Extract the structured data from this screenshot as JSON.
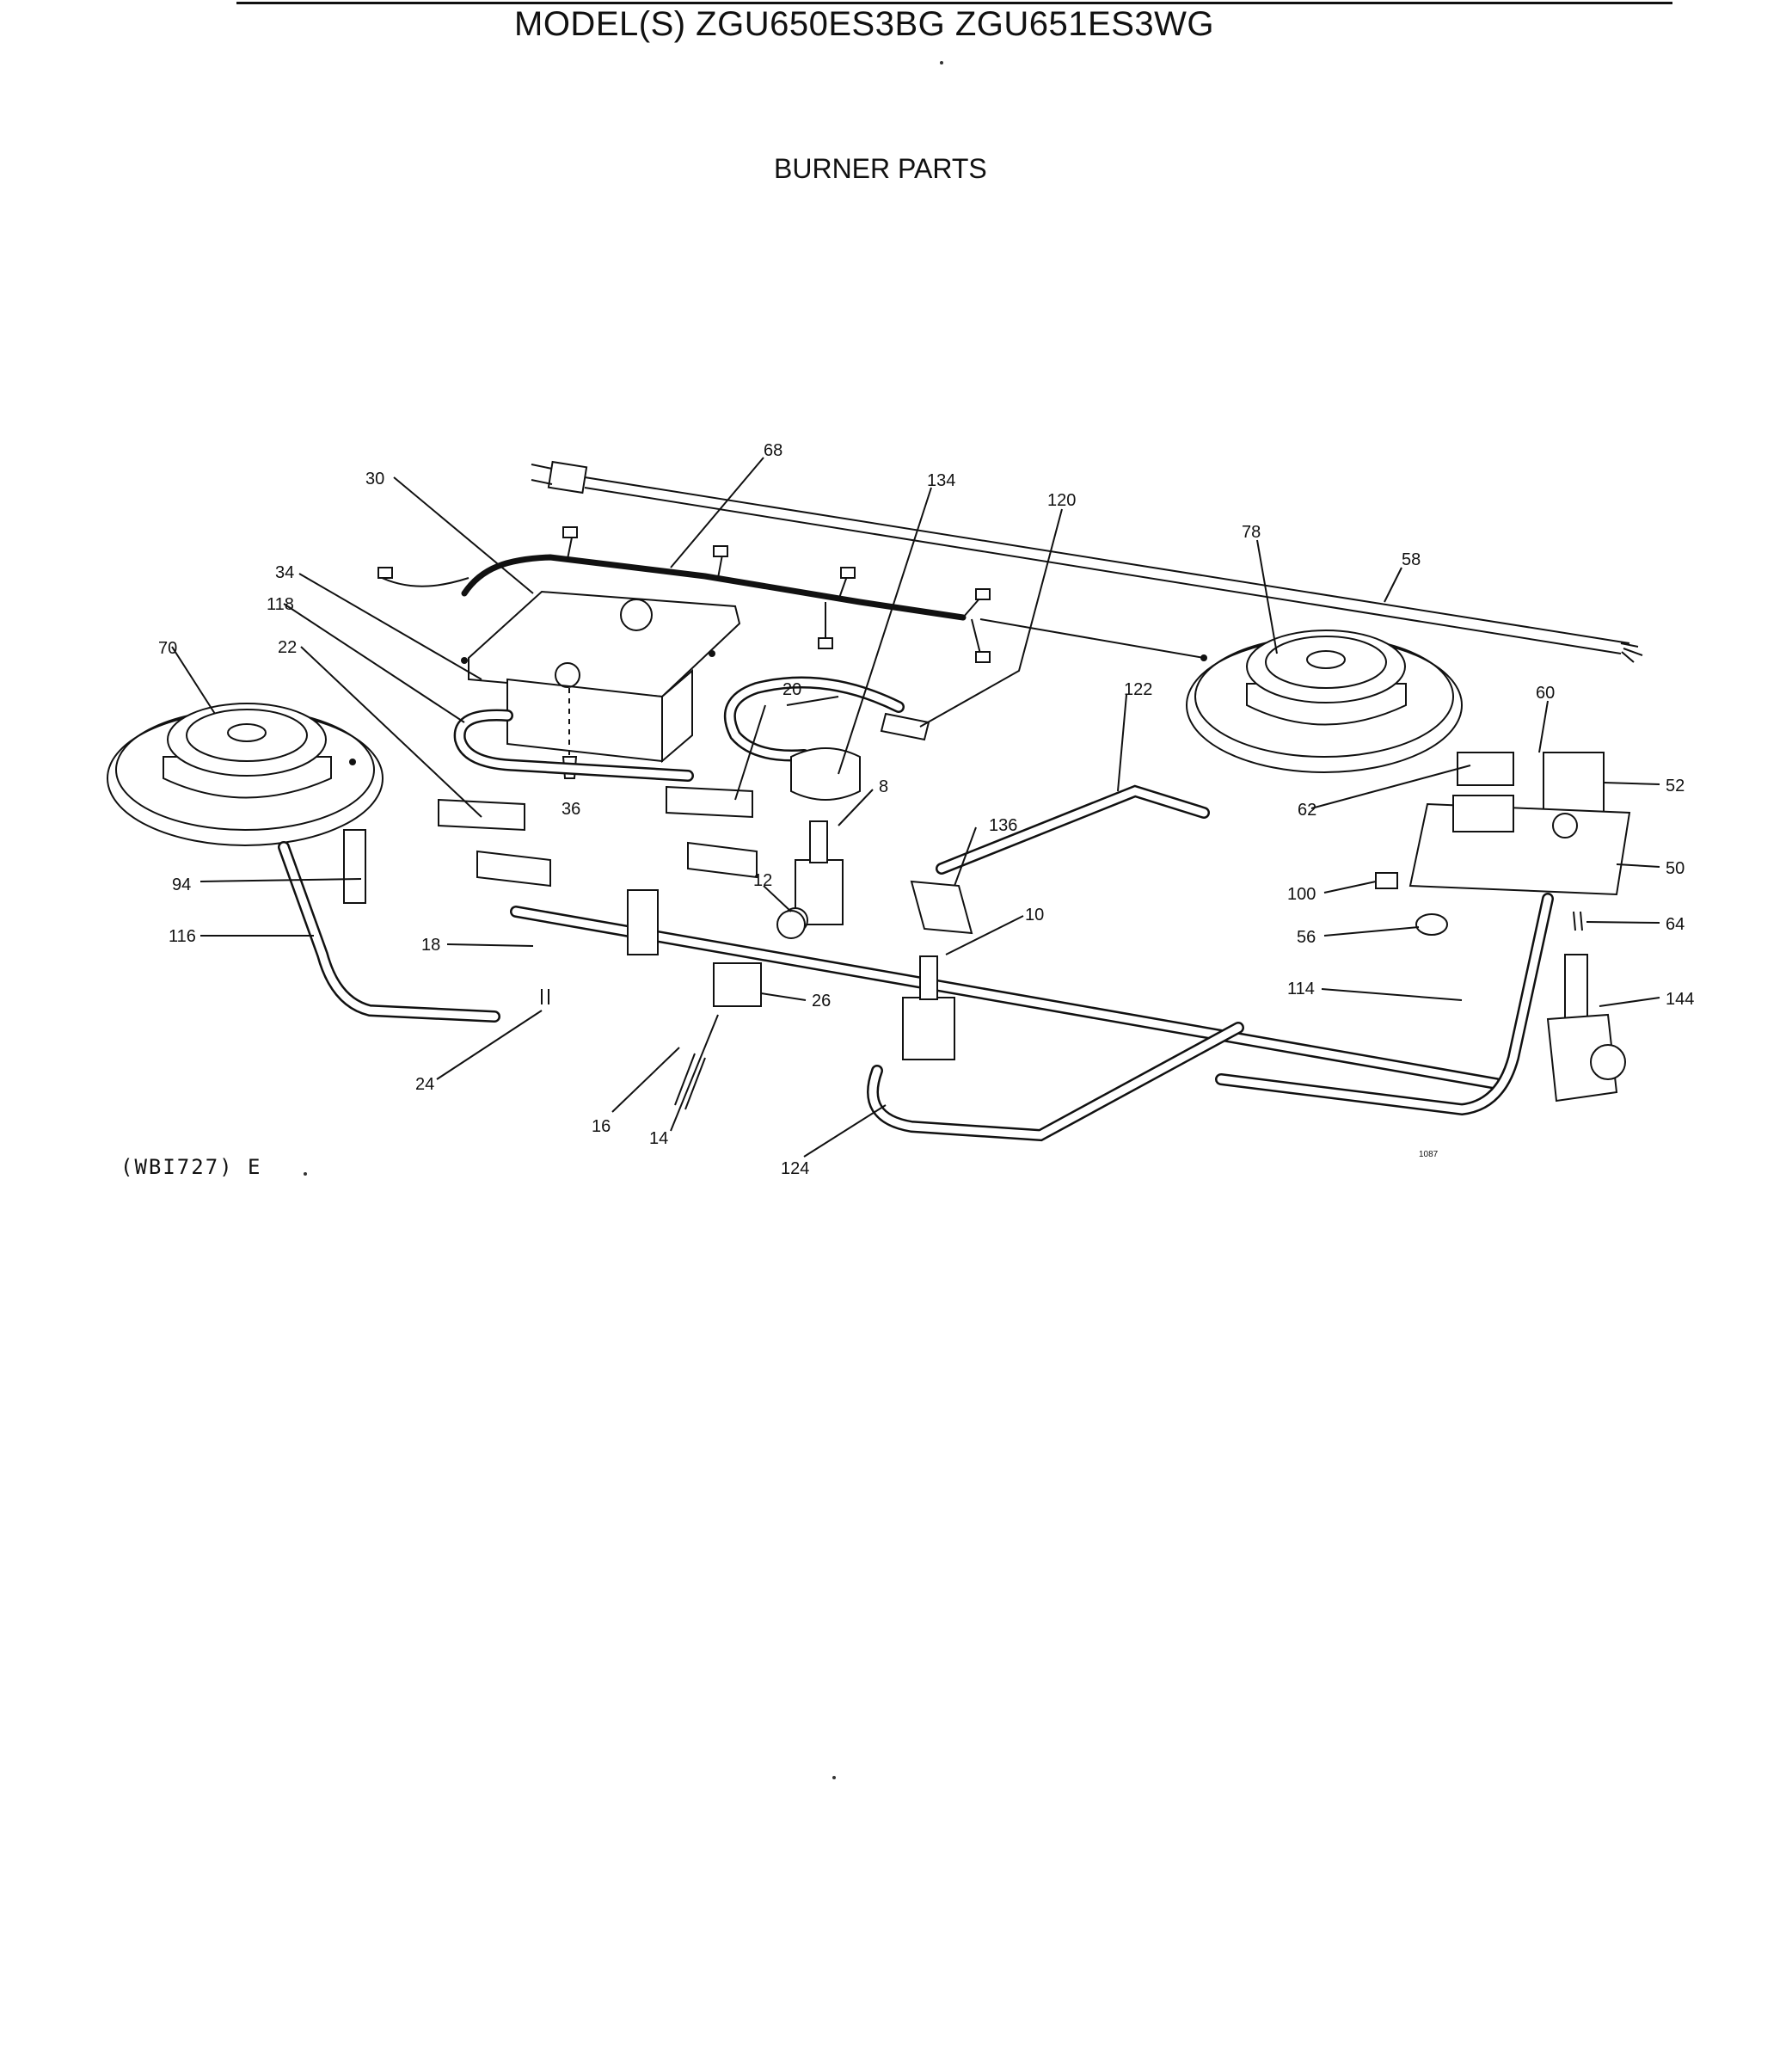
{
  "header": {
    "model_title": "MODEL(S) ZGU650ES3BG  ZGU651ES3WG",
    "section_title": "BURNER PARTS"
  },
  "footer": {
    "figure_code": "(WBI727) E"
  },
  "callouts": {
    "c68": "68",
    "c134": "134",
    "c120": "120",
    "c30": "30",
    "c78": "78",
    "c58": "58",
    "c34": "34",
    "c118": "118",
    "c70": "70",
    "c22": "22",
    "c20": "20",
    "c122": "122",
    "c60": "60",
    "c52": "52",
    "c36": "36",
    "c8": "8",
    "c62": "62",
    "c136": "136",
    "c50": "50",
    "c94": "94",
    "c12": "12",
    "c100": "100",
    "c64": "64",
    "c116": "116",
    "c18": "18",
    "c10": "10",
    "c56": "56",
    "c26": "26",
    "c114": "114",
    "c144": "144",
    "c24": "24",
    "c16": "16",
    "c14": "14",
    "c124": "124",
    "c1087": "1087"
  }
}
